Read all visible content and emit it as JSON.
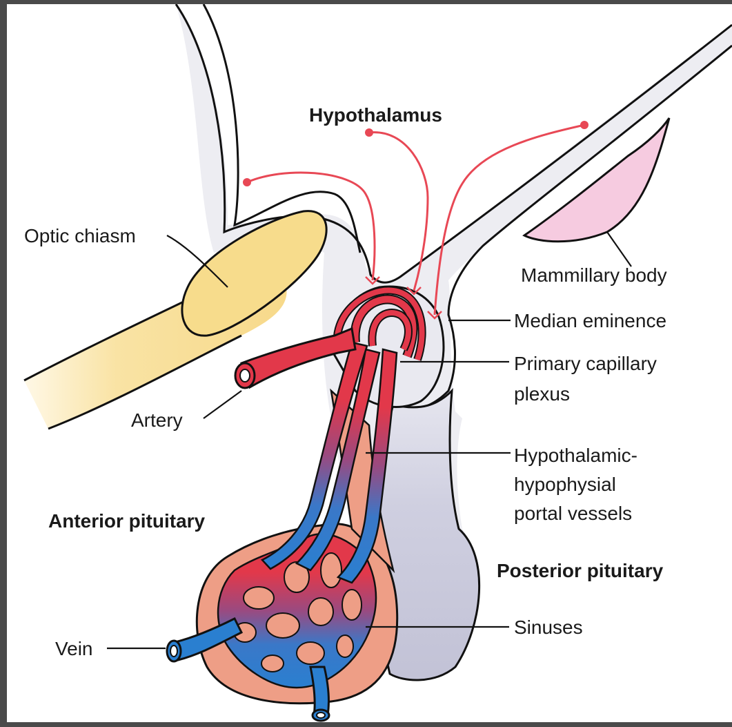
{
  "diagram": {
    "labels": {
      "hypothalamus": "Hypothalamus",
      "optic_chiasm": "Optic chiasm",
      "mammillary_body": "Mammillary body",
      "median_eminence": "Median eminence",
      "primary_capillary_plexus_line1": "Primary capillary",
      "primary_capillary_plexus_line2": "plexus",
      "artery": "Artery",
      "portal_vessels_line1": "Hypothalamic-",
      "portal_vessels_line2": "hypophysial",
      "portal_vessels_line3": "portal vessels",
      "anterior_pituitary": "Anterior pituitary",
      "posterior_pituitary": "Posterior pituitary",
      "sinuses": "Sinuses",
      "vein": "Vein"
    },
    "colors": {
      "brain_tissue": "#ededf2",
      "posterior_pituitary": "#c8c8da",
      "optic_chiasm": "#f7dc8c",
      "mammillary_body": "#f6cbe0",
      "anterior_pituitary": "#ee9e86",
      "artery_red": "#e2384a",
      "vein_blue": "#2a7fd0",
      "neuron": "#e84855",
      "frame_background": "#4a4a4a"
    }
  }
}
